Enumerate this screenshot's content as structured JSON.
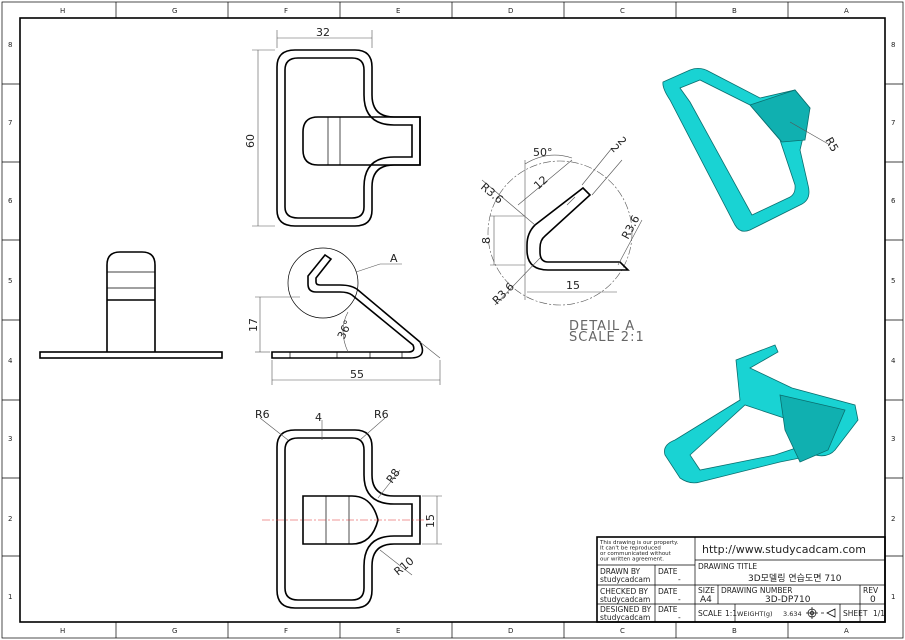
{
  "frame": {
    "zone_letters": [
      "H",
      "G",
      "F",
      "E",
      "D",
      "C",
      "B",
      "A"
    ],
    "zone_numbers": [
      "8",
      "7",
      "6",
      "5",
      "4",
      "3",
      "2",
      "1"
    ]
  },
  "views": {
    "top": {
      "width_dim": "32",
      "height_dim": "60"
    },
    "side": {
      "height_dim": "17",
      "angle_dim": "36°",
      "length_dim": "55",
      "detail_callout": "A"
    },
    "bottom": {
      "r_left": "R6",
      "thickness": "4",
      "r_right": "R6",
      "r_tab": "R8",
      "tab_dim": "15",
      "r_bottom": "R10"
    },
    "detail": {
      "angle": "50°",
      "len": "12",
      "t1": "2",
      "t2": "2",
      "r_top_left": "R3.6",
      "r_right": "R3.6",
      "r_bottom_left": "R3.6",
      "height": "8",
      "width": "15",
      "title": "DETAIL A",
      "scale": "SCALE 2:1"
    },
    "iso_top": {
      "radius": "R5"
    }
  },
  "title_block": {
    "disclaimer": [
      "This drawing is our property.",
      "It can't be reproduced",
      "or communicated without",
      "our written agreement."
    ],
    "url": "http://www.studycadcam.com",
    "drawn_by_label": "DRAWN BY",
    "drawn_by": "studycadcam",
    "checked_by_label": "CHECKED BY",
    "checked_by": "studycadcam",
    "designed_by_label": "DESIGNED BY",
    "designed_by": "studycadcam",
    "date_label": "DATE",
    "date_value": "-",
    "drawing_title_label": "DRAWING TITLE",
    "drawing_title": "3D모델링 연습도면 710",
    "size_label": "SIZE",
    "size": "A4",
    "drawing_number_label": "DRAWING NUMBER",
    "drawing_number": "3D-DP710",
    "rev_label": "REV",
    "rev": "0",
    "scale_label": "SCALE",
    "scale": "1:1",
    "weight_label": "WEIGHT(g)",
    "weight": "3.634",
    "projection_symbol": "third-angle-projection-icon",
    "sheet_label": "SHEET",
    "sheet": "1/1"
  },
  "colors": {
    "model": "#19d3d3",
    "centerline": "#e03030"
  }
}
